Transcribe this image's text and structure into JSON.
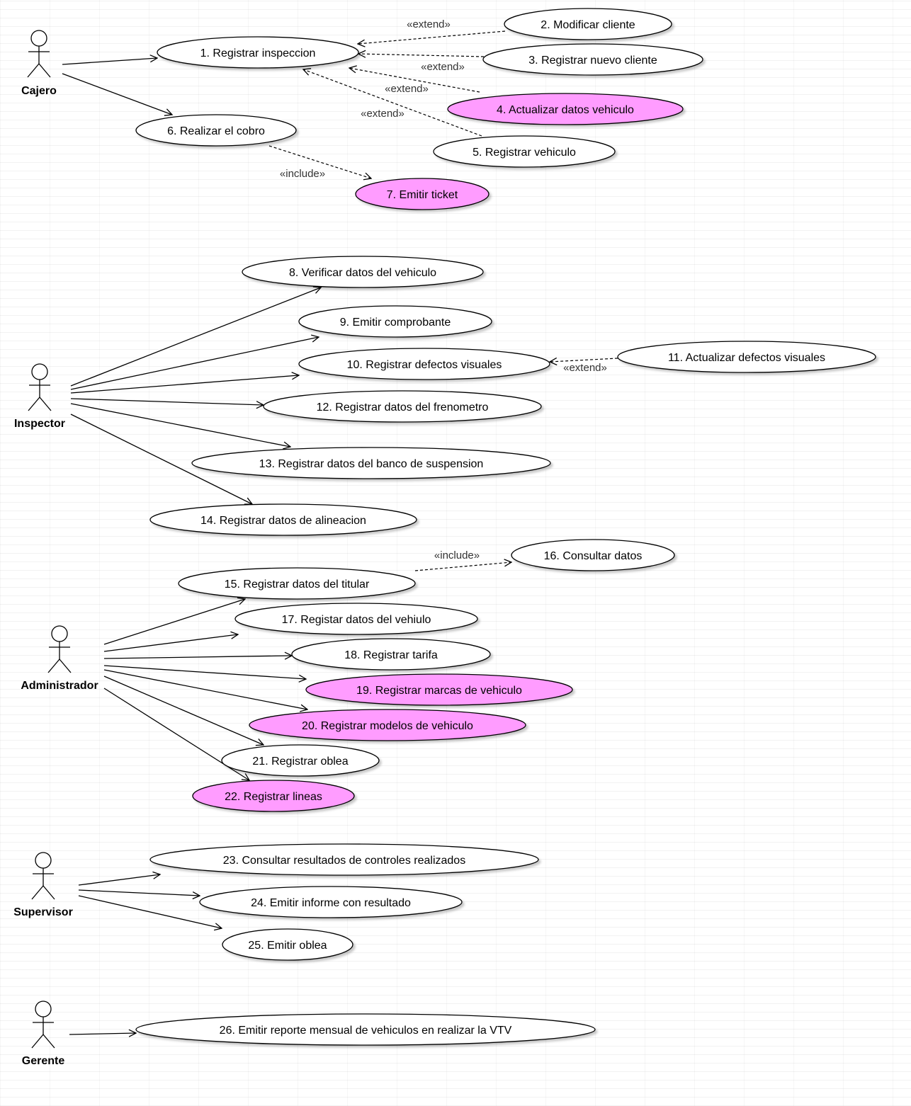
{
  "colors": {
    "usecase_fill": "#ffffff",
    "usecase_highlight_fill": "#ff9cff",
    "stroke": "#000000"
  },
  "actors": [
    {
      "id": "cajero",
      "label": "Cajero"
    },
    {
      "id": "inspector",
      "label": "Inspector"
    },
    {
      "id": "administrador",
      "label": "Administrador"
    },
    {
      "id": "supervisor",
      "label": "Supervisor"
    },
    {
      "id": "gerente",
      "label": "Gerente"
    }
  ],
  "use_cases": [
    {
      "id": "uc1",
      "label": "1. Registrar inspeccion",
      "highlight": false
    },
    {
      "id": "uc2",
      "label": "2. Modificar cliente",
      "highlight": false
    },
    {
      "id": "uc3",
      "label": "3. Registrar nuevo cliente",
      "highlight": false
    },
    {
      "id": "uc4",
      "label": "4. Actualizar datos vehiculo",
      "highlight": true
    },
    {
      "id": "uc5",
      "label": "5. Registrar vehiculo",
      "highlight": false
    },
    {
      "id": "uc6",
      "label": "6. Realizar el cobro",
      "highlight": false
    },
    {
      "id": "uc7",
      "label": "7. Emitir ticket",
      "highlight": true
    },
    {
      "id": "uc8",
      "label": "8. Verificar datos del vehiculo",
      "highlight": false
    },
    {
      "id": "uc9",
      "label": "9. Emitir comprobante",
      "highlight": false
    },
    {
      "id": "uc10",
      "label": "10. Registrar defectos visuales",
      "highlight": false
    },
    {
      "id": "uc11",
      "label": "11. Actualizar defectos visuales",
      "highlight": false
    },
    {
      "id": "uc12",
      "label": "12. Registrar datos del frenometro",
      "highlight": false
    },
    {
      "id": "uc13",
      "label": "13. Registrar datos del banco de suspension",
      "highlight": false
    },
    {
      "id": "uc14",
      "label": "14. Registrar datos de alineacion",
      "highlight": false
    },
    {
      "id": "uc15",
      "label": "15. Registrar datos del titular",
      "highlight": false
    },
    {
      "id": "uc16",
      "label": "16. Consultar datos",
      "highlight": false
    },
    {
      "id": "uc17",
      "label": "17. Registar datos del vehiulo",
      "highlight": false
    },
    {
      "id": "uc18",
      "label": "18. Registrar tarifa",
      "highlight": false
    },
    {
      "id": "uc19",
      "label": "19. Registrar marcas de vehiculo",
      "highlight": true
    },
    {
      "id": "uc20",
      "label": "20. Registrar modelos de vehiculo",
      "highlight": true
    },
    {
      "id": "uc21",
      "label": "21. Registrar oblea",
      "highlight": false
    },
    {
      "id": "uc22",
      "label": "22. Registrar lineas",
      "highlight": true
    },
    {
      "id": "uc23",
      "label": "23. Consultar resultados de controles realizados",
      "highlight": false
    },
    {
      "id": "uc24",
      "label": "24. Emitir informe con resultado",
      "highlight": false
    },
    {
      "id": "uc25",
      "label": "25. Emitir oblea",
      "highlight": false
    },
    {
      "id": "uc26",
      "label": "26. Emitir reporte mensual de vehiculos en realizar la VTV",
      "highlight": false
    }
  ],
  "associations": [
    {
      "from": "cajero",
      "to": "uc1"
    },
    {
      "from": "cajero",
      "to": "uc6"
    },
    {
      "from": "inspector",
      "to": "uc8"
    },
    {
      "from": "inspector",
      "to": "uc9"
    },
    {
      "from": "inspector",
      "to": "uc10"
    },
    {
      "from": "inspector",
      "to": "uc12"
    },
    {
      "from": "inspector",
      "to": "uc13"
    },
    {
      "from": "inspector",
      "to": "uc14"
    },
    {
      "from": "administrador",
      "to": "uc15"
    },
    {
      "from": "administrador",
      "to": "uc17"
    },
    {
      "from": "administrador",
      "to": "uc18"
    },
    {
      "from": "administrador",
      "to": "uc19"
    },
    {
      "from": "administrador",
      "to": "uc20"
    },
    {
      "from": "administrador",
      "to": "uc21"
    },
    {
      "from": "administrador",
      "to": "uc22"
    },
    {
      "from": "supervisor",
      "to": "uc23"
    },
    {
      "from": "supervisor",
      "to": "uc24"
    },
    {
      "from": "supervisor",
      "to": "uc25"
    },
    {
      "from": "gerente",
      "to": "uc26"
    }
  ],
  "dependencies": [
    {
      "from": "uc2",
      "to": "uc1",
      "label": "«extend»"
    },
    {
      "from": "uc3",
      "to": "uc1",
      "label": "«extend»"
    },
    {
      "from": "uc4",
      "to": "uc1",
      "label": "«extend»"
    },
    {
      "from": "uc5",
      "to": "uc1",
      "label": "«extend»"
    },
    {
      "from": "uc6",
      "to": "uc7",
      "label": "«include»"
    },
    {
      "from": "uc11",
      "to": "uc10",
      "label": "«extend»"
    },
    {
      "from": "uc15",
      "to": "uc16",
      "label": "«include»"
    }
  ]
}
